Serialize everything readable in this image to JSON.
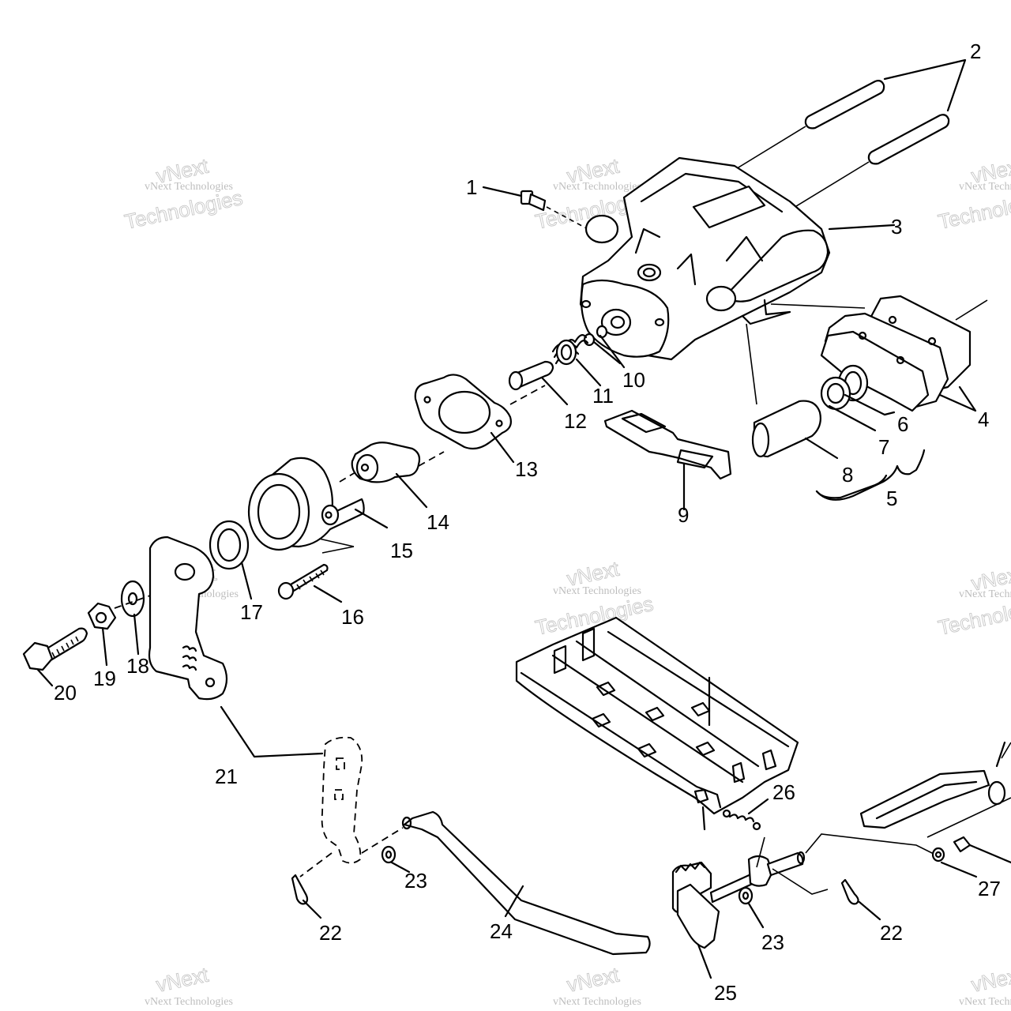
{
  "watermark": {
    "line1": "vNext",
    "line2": "vNext Technologies",
    "line3": "Technologies"
  },
  "callouts": {
    "c1": "1",
    "c2": "2",
    "c3": "3",
    "c4": "4",
    "c5": "5",
    "c6": "6",
    "c7": "7",
    "c8": "8",
    "c9": "9",
    "c10": "10",
    "c11": "11",
    "c12": "12",
    "c13": "13",
    "c14": "14",
    "c15": "15",
    "c16": "16",
    "c17": "17",
    "c18": "18",
    "c19": "19",
    "c20": "20",
    "c21": "21",
    "c22": "22",
    "c23": "23",
    "c24": "24",
    "c25": "25",
    "c26": "26",
    "c27": "27"
  },
  "colors": {
    "ink": "#000000",
    "paper": "#ffffff",
    "watermark": "#8c8c8c"
  }
}
